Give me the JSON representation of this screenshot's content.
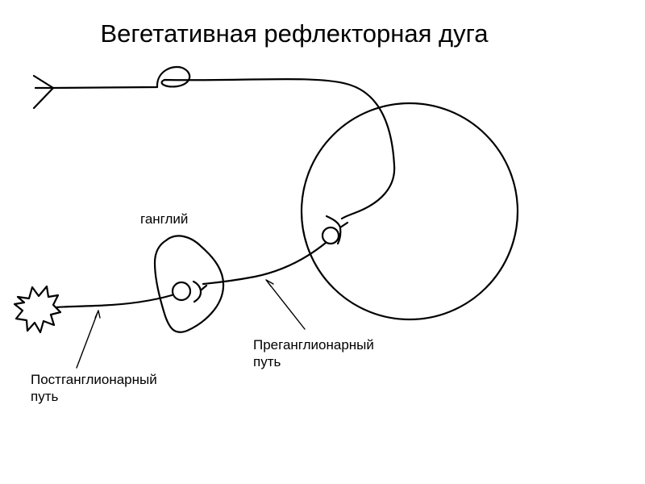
{
  "title": "Вегетативная рефлекторная дуга",
  "labels": {
    "ganglion": "ганглий",
    "preganglionic_line1": "Преганглионарный",
    "preganglionic_line2": "путь",
    "postganglionic_line1": "Постганглионарный",
    "postganglionic_line2": "путь"
  },
  "colors": {
    "stroke": "#000000",
    "background": "#ffffff"
  }
}
